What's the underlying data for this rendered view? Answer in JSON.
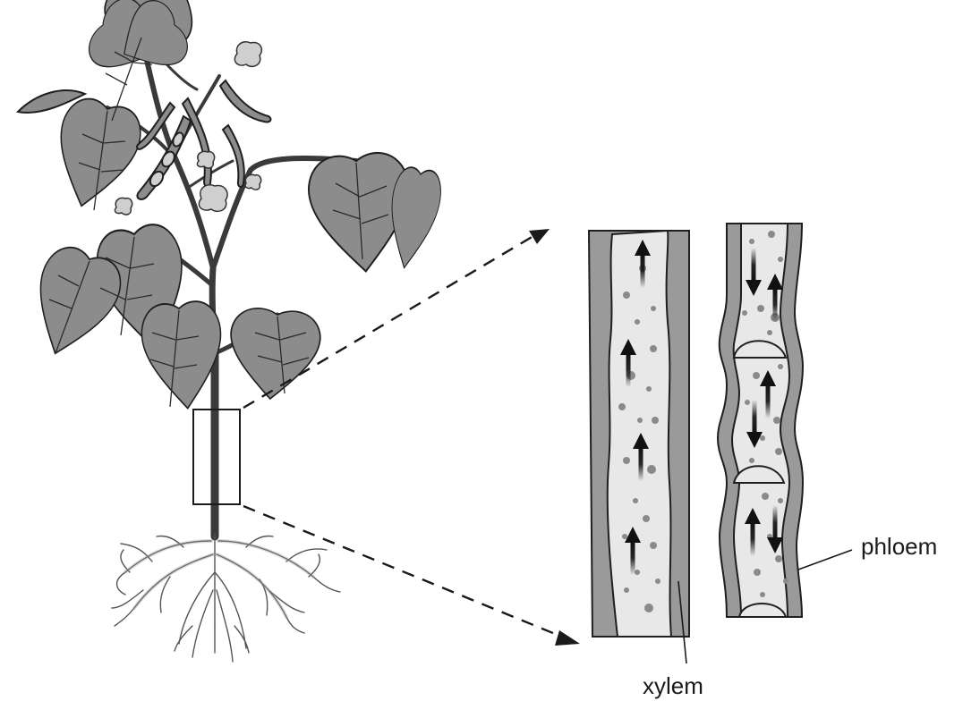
{
  "labels": {
    "xylem": "xylem",
    "phloem": "phloem"
  },
  "colors": {
    "leaf_fill": "#8c8c8c",
    "outline": "#1f1f1f",
    "wall_gray": "#9a9a9a",
    "lumen_fill": "#e8e8e8",
    "particle": "#8a8a8a",
    "arrow": "#111111",
    "background": "#ffffff"
  },
  "xylem_arrows": [
    "up",
    "up",
    "up",
    "up"
  ],
  "phloem_arrows": [
    "down",
    "up",
    "up",
    "down",
    "up",
    "down"
  ]
}
